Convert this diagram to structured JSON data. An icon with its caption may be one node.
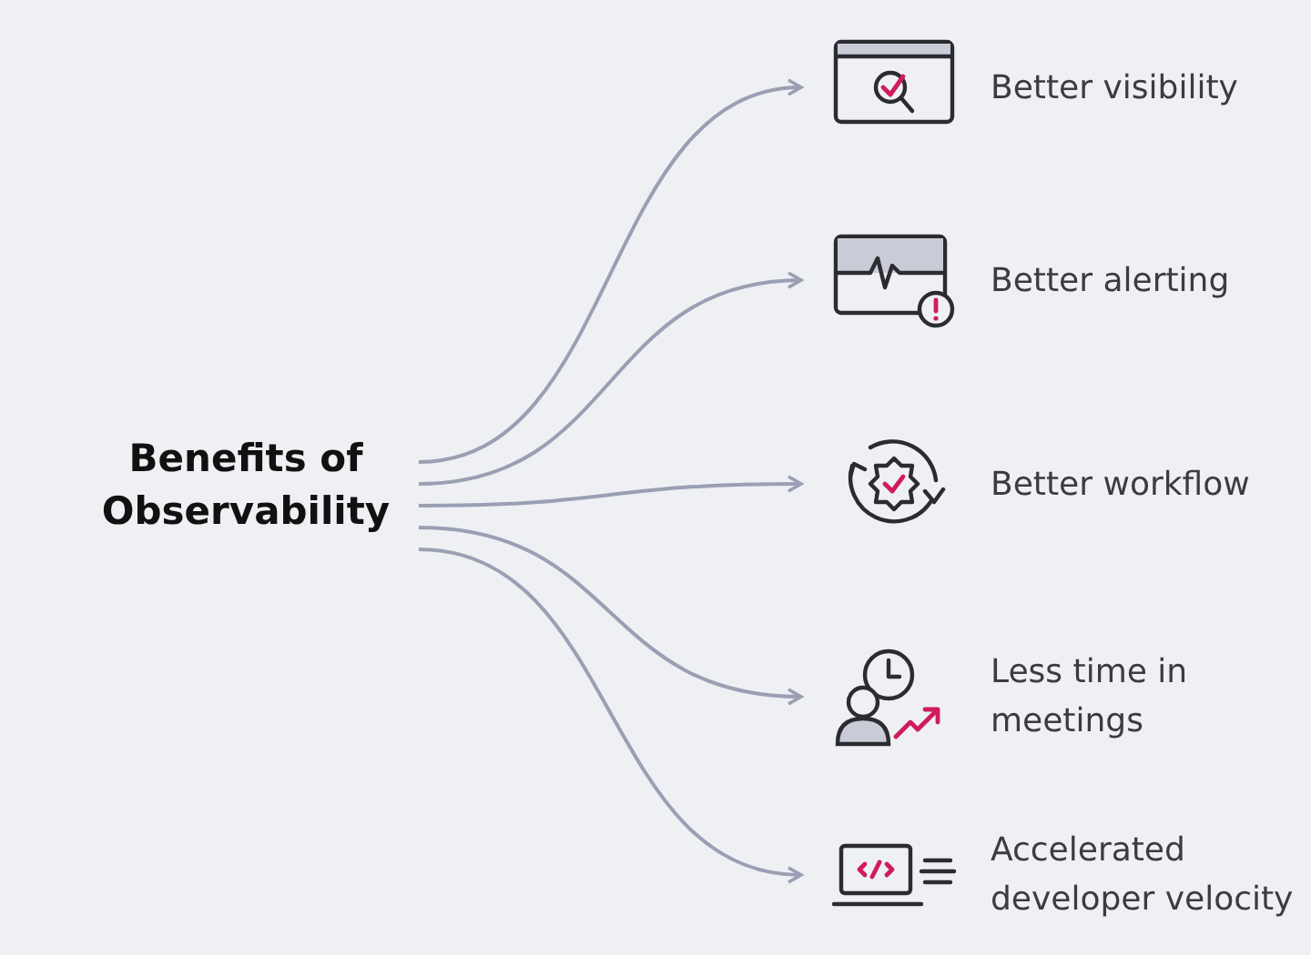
{
  "diagram": {
    "nodes": [
      {
        "text": [
          "Benefits of Observability"
        ]
      },
      {
        "text": [
          "Better visibility"
        ]
      },
      {
        "text": [
          "Better alerting"
        ]
      },
      {
        "text": [
          "Better workflow"
        ]
      },
      {
        "text": [
          "Less time in meetings"
        ]
      },
      {
        "text": [
          "Accelerated developer velocity"
        ]
      }
    ],
    "edges": [
      {
        "from": 0,
        "to": 1,
        "arrow": "to"
      },
      {
        "from": 0,
        "to": 2,
        "arrow": "to"
      },
      {
        "from": 0,
        "to": 3,
        "arrow": "to"
      },
      {
        "from": 0,
        "to": 4,
        "arrow": "to"
      },
      {
        "from": 0,
        "to": 5,
        "arrow": "to"
      }
    ]
  }
}
